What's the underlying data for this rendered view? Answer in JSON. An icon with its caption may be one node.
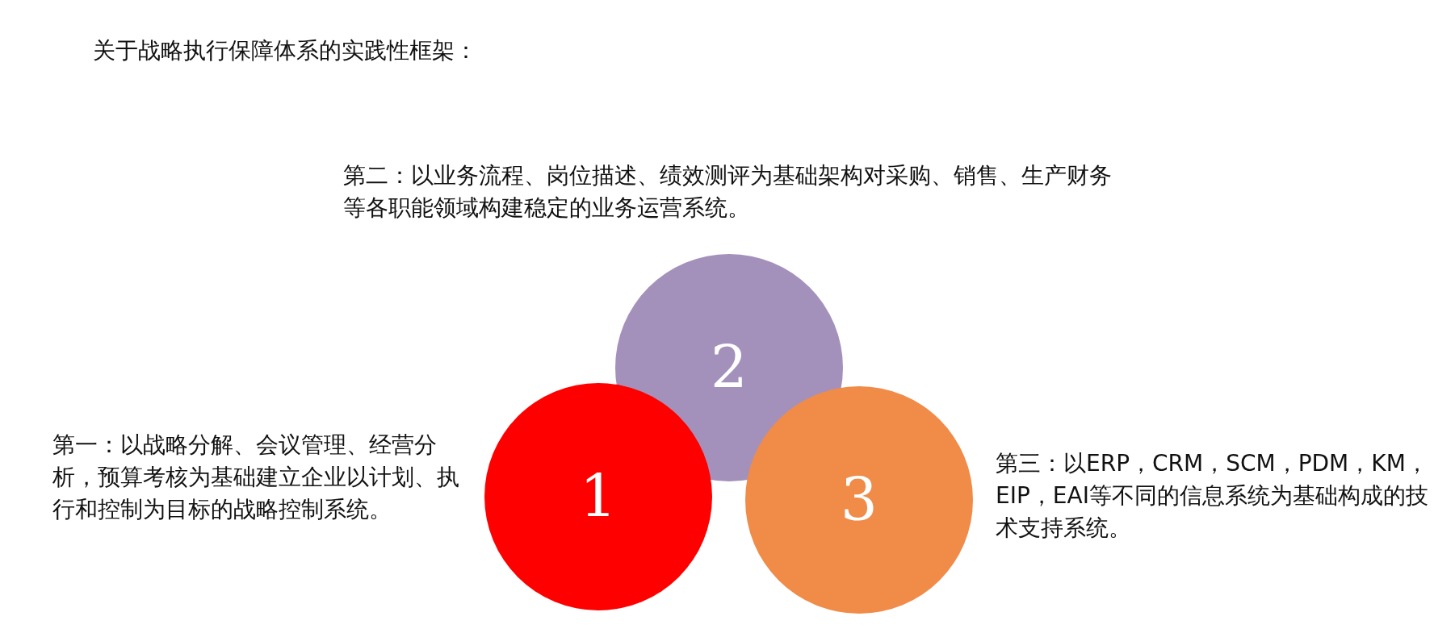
{
  "diagram": {
    "title": "关于战略执行保障体系的实践性框架：",
    "nodes": [
      {
        "text": [
          "2"
        ],
        "beside": [
          "第二：以业务流程、岗位描述、绩效测评为基础架构对采购、销售、生产财务等各职能领域构建稳定的业务运营系统。"
        ]
      },
      {
        "text": [
          "1"
        ],
        "beside": [
          "第一：以战略分解、会议管理、经营分析，预算考核为基础建立企业以计划、执行和控制为目标的战略控制系统。"
        ]
      },
      {
        "text": [
          "3"
        ],
        "beside": [
          "第三：以ERP，CRM，SCM，PDM，KM，EIP，EAI等不同的信息系统为基础构成的技术支持系统。"
        ]
      }
    ],
    "edges": []
  }
}
